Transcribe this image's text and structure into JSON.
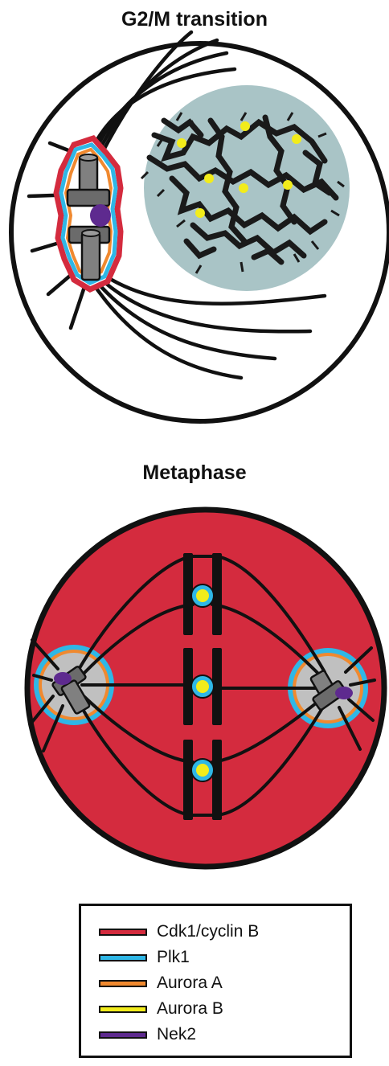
{
  "panels": {
    "top_title": "G2/M transition",
    "bottom_title": "Metaphase"
  },
  "legend": {
    "items": [
      {
        "label": "Cdk1/cyclin B",
        "color": "#d42b3e"
      },
      {
        "label": "Plk1",
        "color": "#2fb7e6"
      },
      {
        "label": "Aurora A",
        "color": "#f0892f"
      },
      {
        "label": "Aurora B",
        "color": "#f2ec1b"
      },
      {
        "label": "Nek2",
        "color": "#5e2a8f"
      }
    ]
  },
  "colors": {
    "cdk1": "#d42b3e",
    "plk1": "#2fb7e6",
    "aurora_a": "#f0892f",
    "aurora_b": "#f2ec1b",
    "nek2": "#5e2a8f",
    "nucleus": "#a9c4c6",
    "centrosome": "#bfbfbf"
  }
}
